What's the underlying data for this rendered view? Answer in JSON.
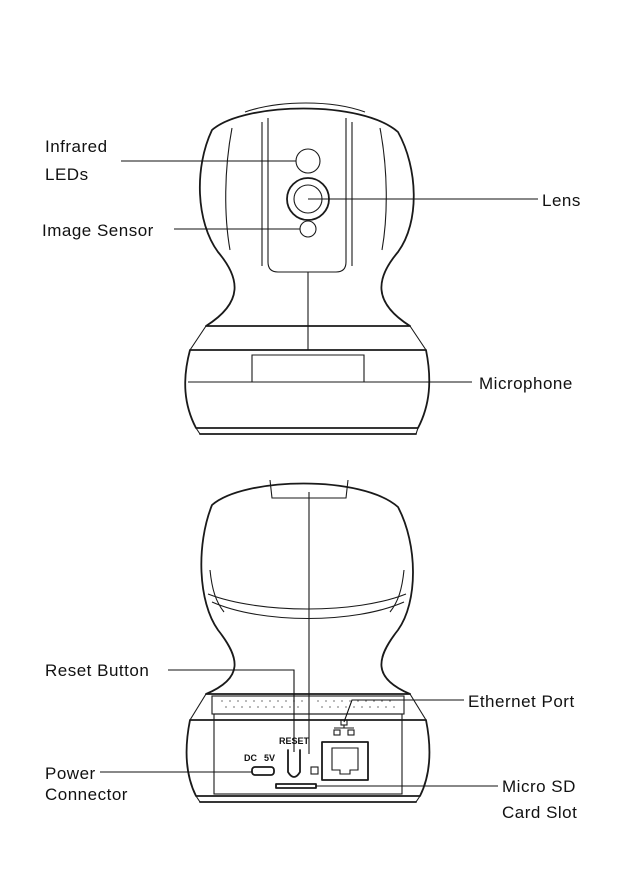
{
  "labels": {
    "infrared_leds_line1": "Infrared",
    "infrared_leds_line2": "LEDs",
    "lens": "Lens",
    "image_sensor": "Image Sensor",
    "microphone": "Microphone",
    "reset_button": "Reset Button",
    "ethernet_port": "Ethernet Port",
    "power_connector_line1": "Power",
    "power_connector_line2": "Connector",
    "micro_sd_line1": "Micro SD",
    "micro_sd_line2": "Card Slot"
  },
  "device_print": {
    "dc_label": "DC",
    "voltage_label": "5V",
    "reset_label": "RESET"
  }
}
